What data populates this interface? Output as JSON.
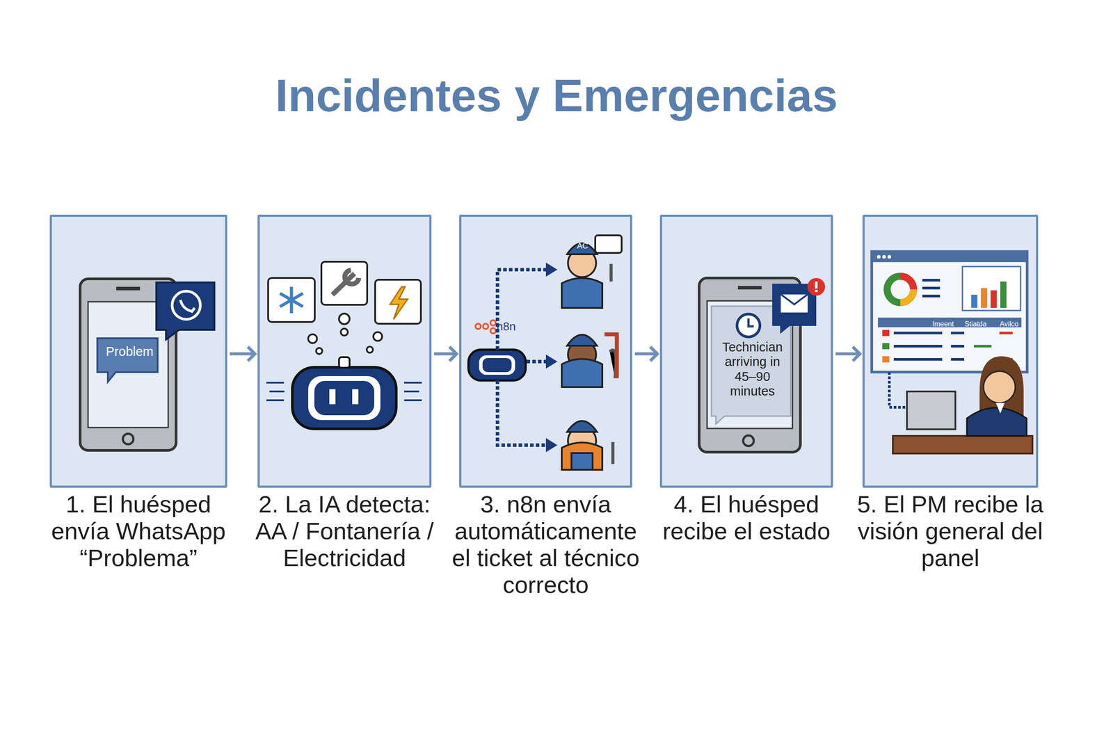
{
  "diagram": {
    "title": "Incidentes y Emergencias",
    "nodes": [
      {
        "text": [
          "1. El huésped envía WhatsApp “Problema”",
          "Problem"
        ]
      },
      {
        "text": [
          "2. La IA detecta: AA / Fontanería / Electricidad"
        ]
      },
      {
        "text": [
          "3. n8n envía automáticamente el ticket al técnico correcto",
          "n8n",
          "AC"
        ]
      },
      {
        "text": [
          "4. El huésped recibe el estado",
          "Technician arriving in 45–90 minutes"
        ]
      },
      {
        "text": [
          "5. El PM recibe la visión general del panel",
          "Imeent",
          "Stiatda",
          "Avilco"
        ]
      }
    ],
    "edges": [
      {
        "from": 0,
        "to": 1,
        "arrow": "to"
      },
      {
        "from": 1,
        "to": 2,
        "arrow": "to"
      },
      {
        "from": 2,
        "to": 3,
        "arrow": "to"
      },
      {
        "from": 3,
        "to": 4,
        "arrow": "to"
      }
    ]
  }
}
